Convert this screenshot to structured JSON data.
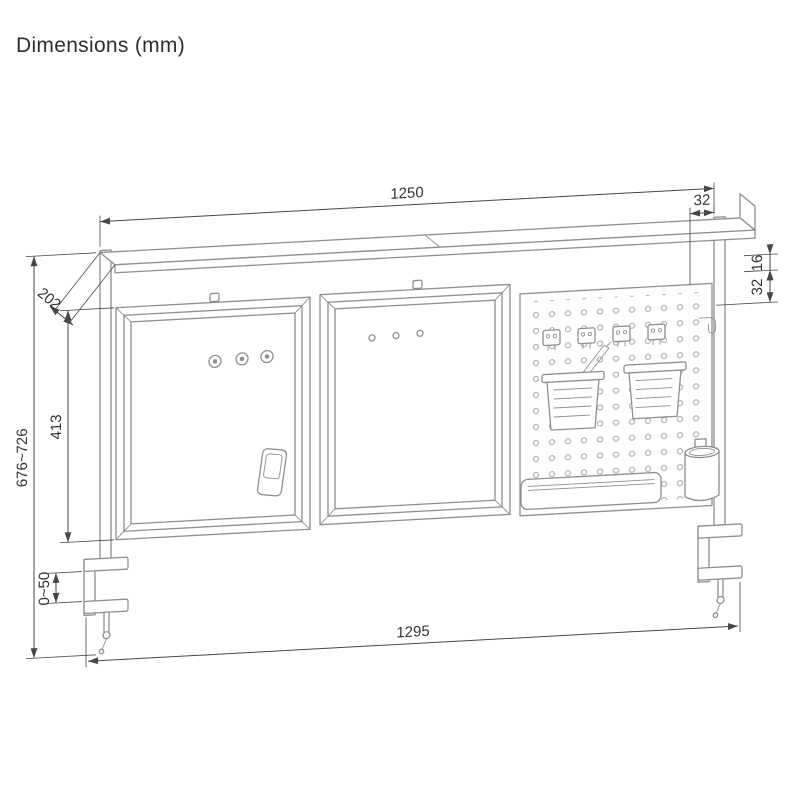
{
  "title": "Dimensions (mm)",
  "dims": {
    "top_width": "1250",
    "top_right_offset": "32",
    "side_thickness": "16",
    "side_offset": "32",
    "shelf_depth": "202",
    "panel_height": "413",
    "overall_height": "676~726",
    "clamp_range": "0~50",
    "bottom_width": "1295"
  }
}
